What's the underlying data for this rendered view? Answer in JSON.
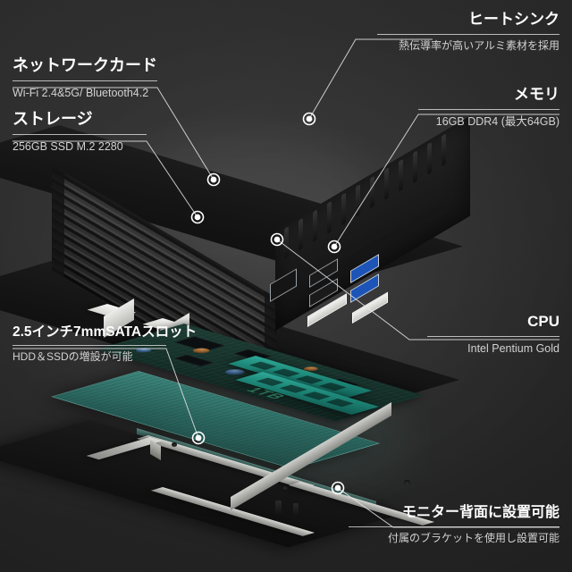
{
  "page": {
    "background_color": "#262626",
    "accent_line_color": "#ebebeb",
    "title_color": "#ffffff",
    "subtitle_color": "#d2d2d2"
  },
  "product": {
    "name": "mini-pc-exploded-view",
    "pcb_color": "#16302a",
    "ram_color": "#1c8475",
    "hdd_color": "#46beaf",
    "usb3_color": "#1c54b8",
    "bracket_color": "#cfd0cc",
    "hdd_capacity_text": "1TB"
  },
  "callouts": [
    {
      "id": "heatsink",
      "title": "ヒートシンク",
      "subtitle": "熱伝導率が高いアルミ素材を採用",
      "align": "right"
    },
    {
      "id": "network-card",
      "title": "ネットワークカード",
      "subtitle": "Wi-Fi 2.4&5G/ Bluetooth4.2",
      "align": "left"
    },
    {
      "id": "storage",
      "title": "ストレージ",
      "subtitle": "256GB SSD M.2 2280",
      "align": "left"
    },
    {
      "id": "memory",
      "title": "メモリ",
      "subtitle": "16GB DDR4 (最大64GB)",
      "align": "right"
    },
    {
      "id": "cpu",
      "title": "CPU",
      "subtitle": "Intel Pentium Gold",
      "align": "right"
    },
    {
      "id": "sata-slot",
      "title": "2.5インチ7mmSATAスロット",
      "subtitle": "HDD＆SSDの増設が可能",
      "align": "left"
    },
    {
      "id": "monitor-mount",
      "title": "モニター背面に設置可能",
      "subtitle": "付属のブラケットを使用し設置可能",
      "align": "right"
    }
  ]
}
